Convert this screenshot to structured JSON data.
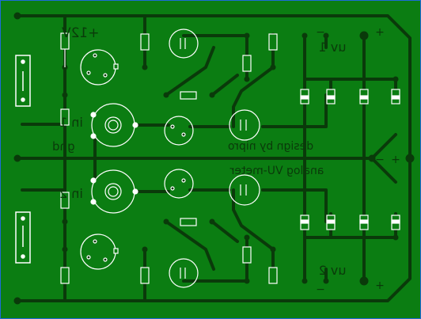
{
  "labels": {
    "plus12v": "+12V",
    "in1": "in 1",
    "gnd": "gnd",
    "in2": "in 2",
    "uv1": "uv 1",
    "uv2": "uv 2",
    "design": "design by nipro",
    "analog": "analog VU-meter",
    "plus": "+",
    "minus": "−"
  },
  "colors": {
    "board": "#0b7d12",
    "trace": "#0a3a0a",
    "component": "#ffffff",
    "pad": "#0a3a0a",
    "frame": "#1e6ad8"
  }
}
